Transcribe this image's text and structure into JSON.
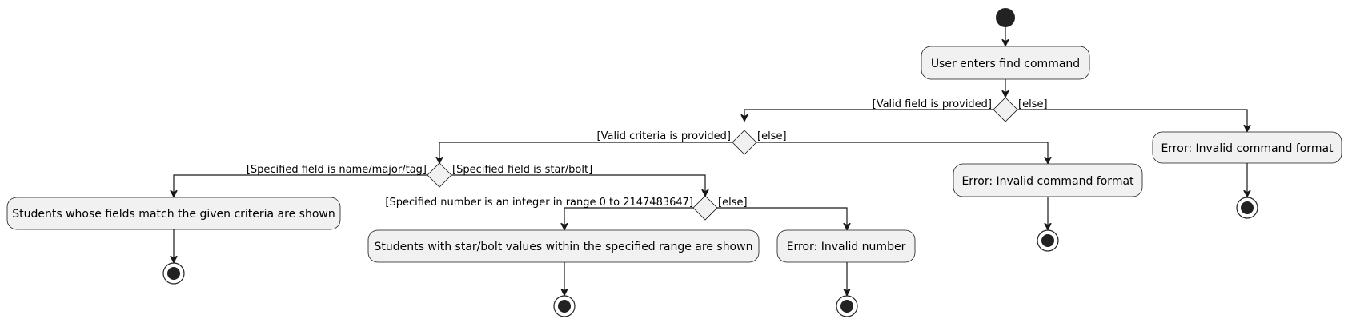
{
  "diagram": {
    "activities": {
      "user_enters": "User enters find command",
      "error_invalid_format_outer": "Error: Invalid command format",
      "error_invalid_format_inner": "Error: Invalid command format",
      "students_match": "Students whose fields match the given criteria are shown",
      "students_star_bolt": "Students with star/bolt values within the specified range are shown",
      "error_invalid_number": "Error: Invalid number"
    },
    "guards": {
      "valid_field": "[Valid field is provided]",
      "else_1": "[else]",
      "valid_criteria": "[Valid criteria is provided]",
      "else_2": "[else]",
      "field_name_major_tag": "[Specified field is name/major/tag]",
      "field_star_bolt": "[Specified field is star/bolt]",
      "number_in_range": "[Specified number is an integer in range 0 to 2147483647]",
      "else_3": "[else]"
    }
  }
}
